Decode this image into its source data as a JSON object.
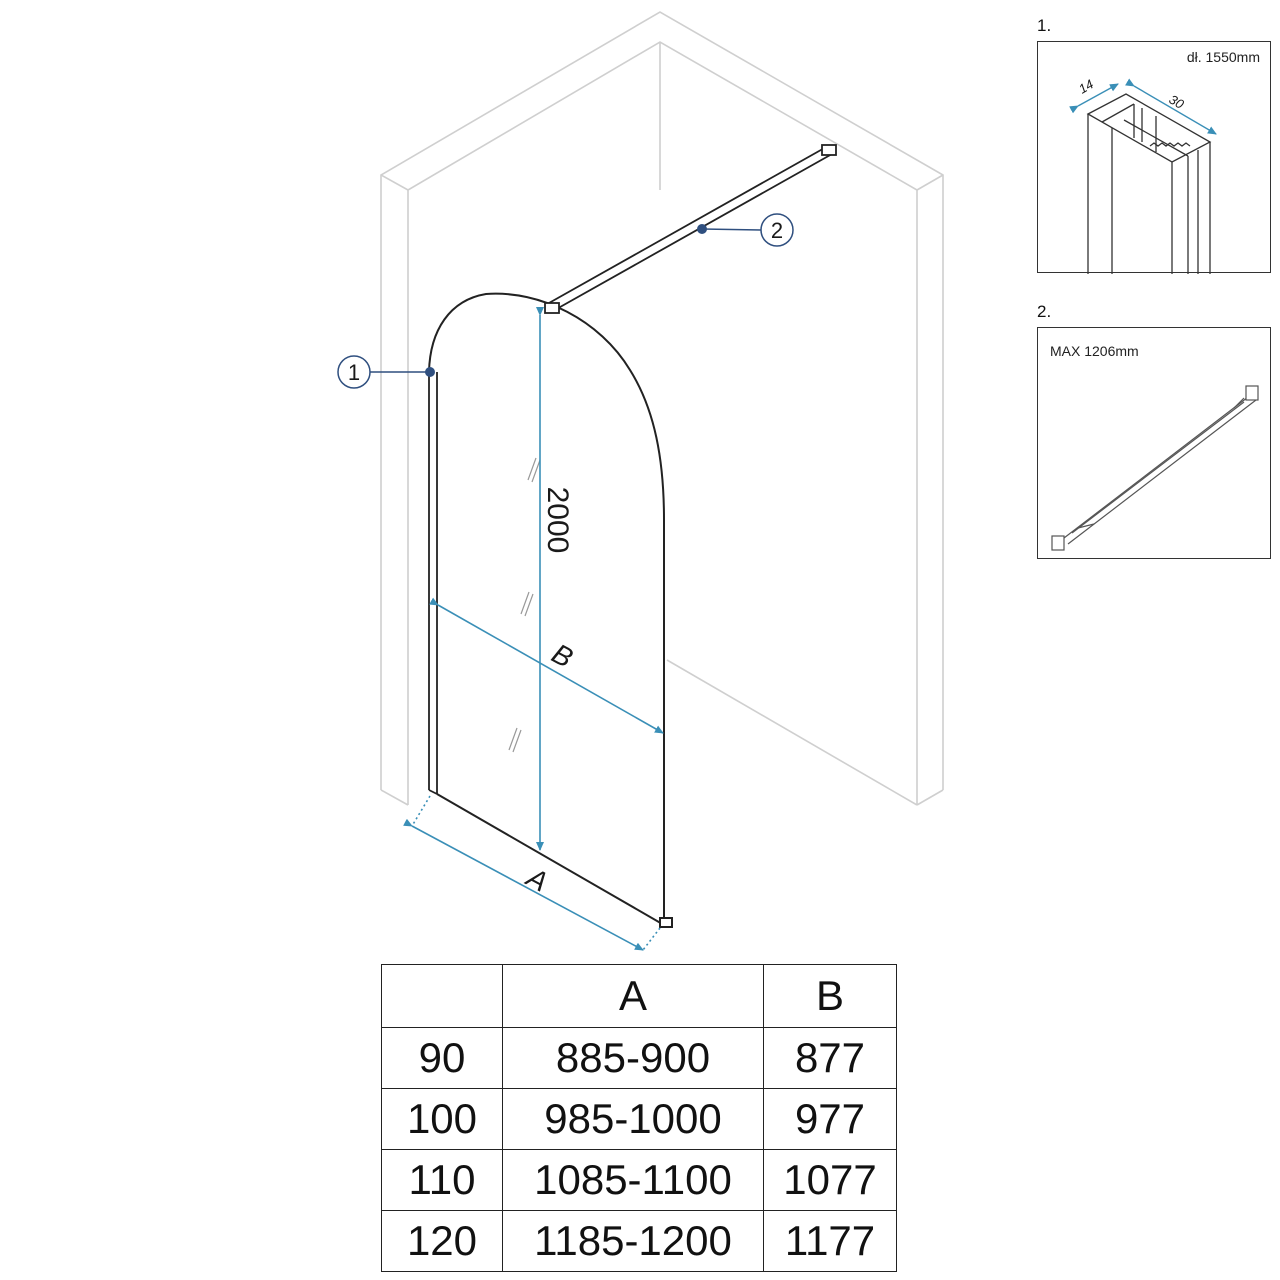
{
  "diagram": {
    "height_label": "2000",
    "width_label_A": "A",
    "width_label_B": "B",
    "callout_1": "1",
    "callout_2": "2"
  },
  "detail_1": {
    "number": "1.",
    "caption": "dł. 1550mm",
    "dim_depth": "14",
    "dim_width": "30"
  },
  "detail_2": {
    "number": "2.",
    "caption": "MAX 1206mm"
  },
  "table": {
    "headers": [
      "",
      "A",
      "B"
    ],
    "rows": [
      [
        "90",
        "885-900",
        "877"
      ],
      [
        "100",
        "985-1000",
        "977"
      ],
      [
        "110",
        "1085-1100",
        "1077"
      ],
      [
        "120",
        "1185-1200",
        "1177"
      ]
    ]
  },
  "colors": {
    "dimension": "#3a8fb7",
    "callout_dot": "#2f4f7f",
    "line": "#222222",
    "wall": "#cfcfcf"
  }
}
